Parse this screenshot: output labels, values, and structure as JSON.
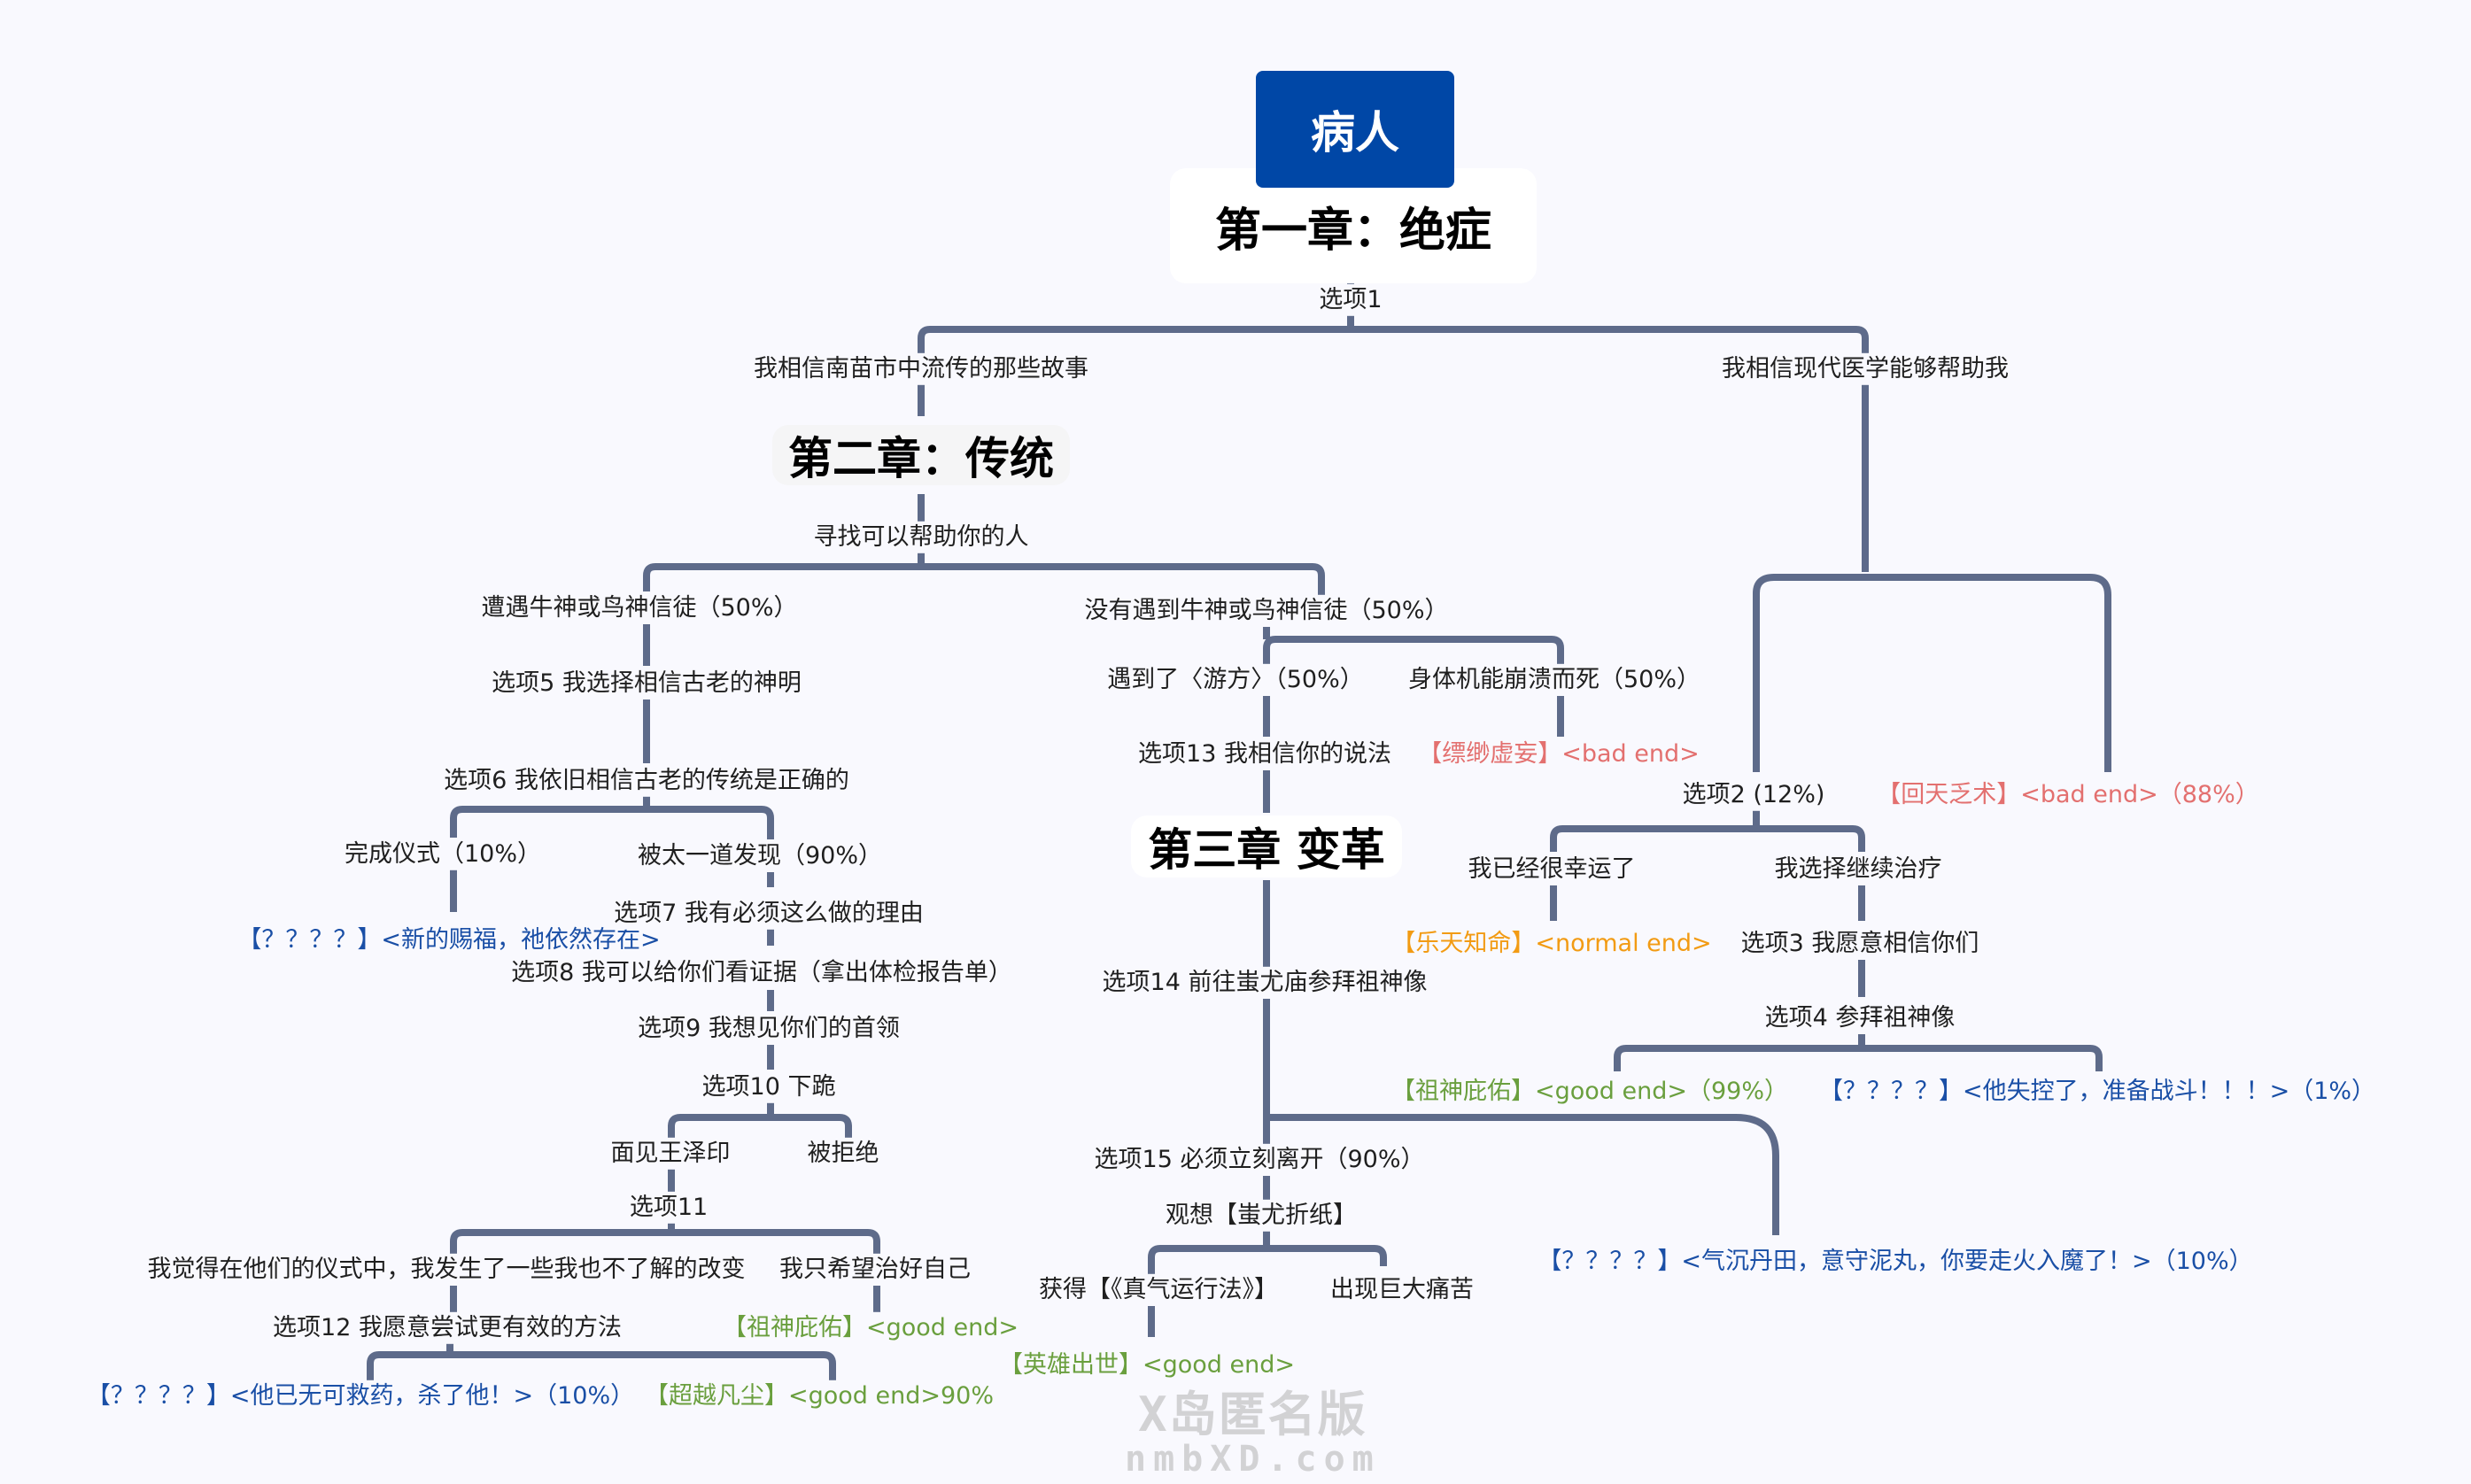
{
  "title": "病人",
  "colors": {
    "root_bg": "#0047a6",
    "line": "#5e6b8a",
    "bad_end": "#e3706f",
    "normal_end": "#f29b13",
    "good_end": "#6a9f3e",
    "unknown_end": "#1a4fa6",
    "background": "#f9f9fe"
  },
  "chapters": {
    "ch1": "第一章：绝症",
    "ch2": "第二章：传统",
    "ch3": "第三章 变革"
  },
  "nodes": {
    "opt1": "选项1",
    "believe_legends": "我相信南苗市中流传的那些故事",
    "believe_medicine": "我相信现代医学能够帮助我",
    "seek_help": "寻找可以帮助你的人",
    "meet_believers": "遭遇牛神或鸟神信徒（50%）",
    "not_meet_believers": "没有遇到牛神或鸟神信徒（50%）",
    "opt5": "选项5 我选择相信古老的神明",
    "opt6": "选项6 我依旧相信古老的传统是正确的",
    "complete_ritual": "完成仪式（10%）",
    "found_by_taiyi": "被太一道发现（90%）",
    "end_new_blessing": "【？？？？】<新的赐福，祂依然存在>",
    "opt7": "选项7 我有必须这么做的理由",
    "opt8": "选项8 我可以给你们看证据（拿出体检报告单）",
    "opt9": "选项9 我想见你们的首领",
    "opt10": "选项10 下跪",
    "meet_wang": "面见王泽印",
    "rejected": "被拒绝",
    "opt11": "选项11",
    "changed_in_ritual": "我觉得在他们的仪式中，我发生了一些我也不了解的改变",
    "just_want_cure": "我只希望治好自己",
    "opt12": "选项12 我愿意尝试更有效的方法",
    "end_ancestor_blessing_left": "【祖神庇佑】<good end>",
    "end_kill_him": "【？？？？】<他已无可救药，杀了他！>（10%）",
    "end_transcend": "【超越凡尘】<good end>90%",
    "met_youfang": "遇到了〈游方〉（50%）",
    "body_collapse": "身体机能崩溃而死（50%）",
    "opt13": "选项13 我相信你的说法",
    "end_illusion": "【缥缈虚妄】<bad end>",
    "opt14": "选项14 前往蚩尤庙参拜祖神像",
    "opt15": "选项15 必须立刻离开（90%）",
    "visualize_chiyou": "观想【蚩尤折纸】",
    "get_qi_method": "获得【《真气运行法》】",
    "great_pain": "出现巨大痛苦",
    "end_hero": "【英雄出世】<good end>",
    "end_qi_deviation": "【？？？？】<气沉丹田，意守泥丸，你要走火入魔了！>（10%）",
    "opt2": "选项2 (12%)",
    "end_no_cure": "【回天乏术】<bad end>（88%）",
    "already_lucky": "我已经很幸运了",
    "continue_treatment": "我选择继续治疗",
    "end_content": "【乐天知命】<normal end>",
    "opt3": "选项3 我愿意相信你们",
    "opt4": "选项4 参拜祖神像",
    "end_ancestor_blessing_99": "【祖神庇佑】<good end>（99%）",
    "end_lost_control": "【？？？？】<他失控了，准备战斗！！！>（1%）"
  },
  "watermark": {
    "line1": "X岛匿名版",
    "line2": "nmbXD.com"
  }
}
